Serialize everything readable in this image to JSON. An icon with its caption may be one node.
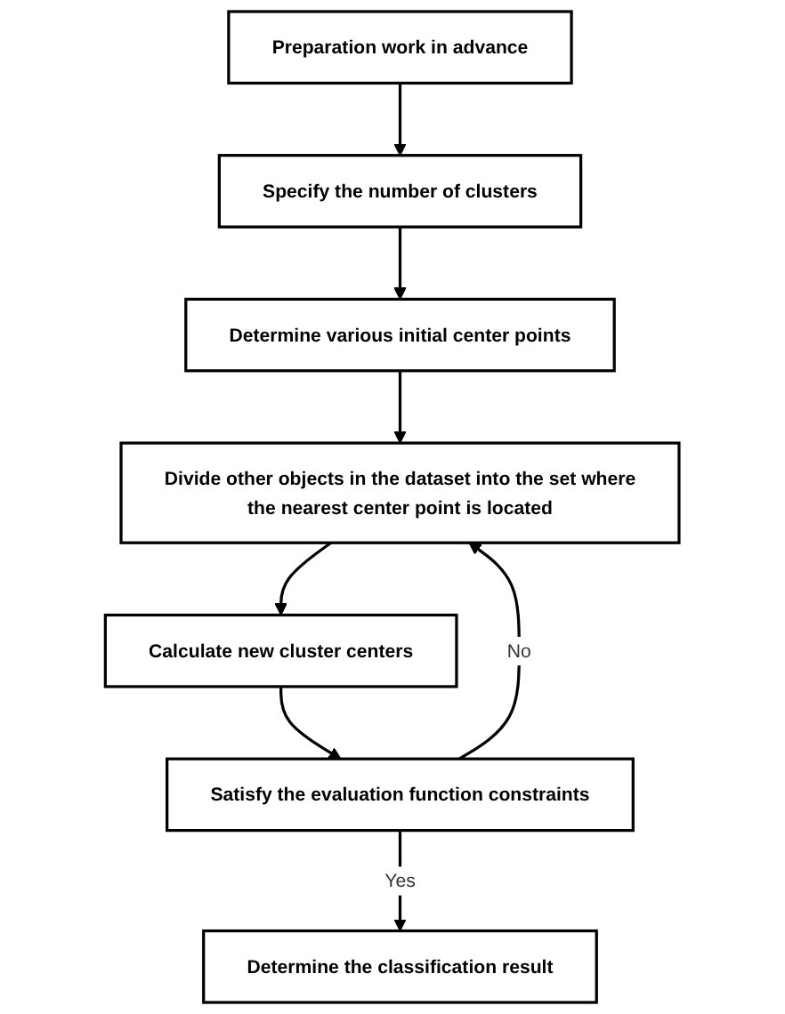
{
  "diagram": {
    "nodes": [
      {
        "text": [
          "Preparation work in advance"
        ]
      },
      {
        "text": [
          "Specify the number of clusters"
        ]
      },
      {
        "text": [
          "Determine various initial center points"
        ]
      },
      {
        "text": [
          "Divide other objects in the dataset into the set where the nearest center point is located"
        ]
      },
      {
        "text": [
          "Calculate new cluster centers"
        ]
      },
      {
        "text": [
          "Satisfy the evaluation function constraints"
        ]
      },
      {
        "text": [
          "Determine the classification result"
        ]
      }
    ],
    "edges": [
      {
        "from": 0,
        "to": 1,
        "arrow": "to"
      },
      {
        "from": 1,
        "to": 2,
        "arrow": "to"
      },
      {
        "from": 2,
        "to": 3,
        "arrow": "to"
      },
      {
        "from": 3,
        "to": 4,
        "arrow": "to"
      },
      {
        "from": 4,
        "to": 5,
        "arrow": "to"
      },
      {
        "from": 5,
        "to": 6,
        "label": "Yes",
        "arrow": "to"
      },
      {
        "from": 5,
        "to": 3,
        "label": "No",
        "arrow": "to"
      }
    ]
  }
}
